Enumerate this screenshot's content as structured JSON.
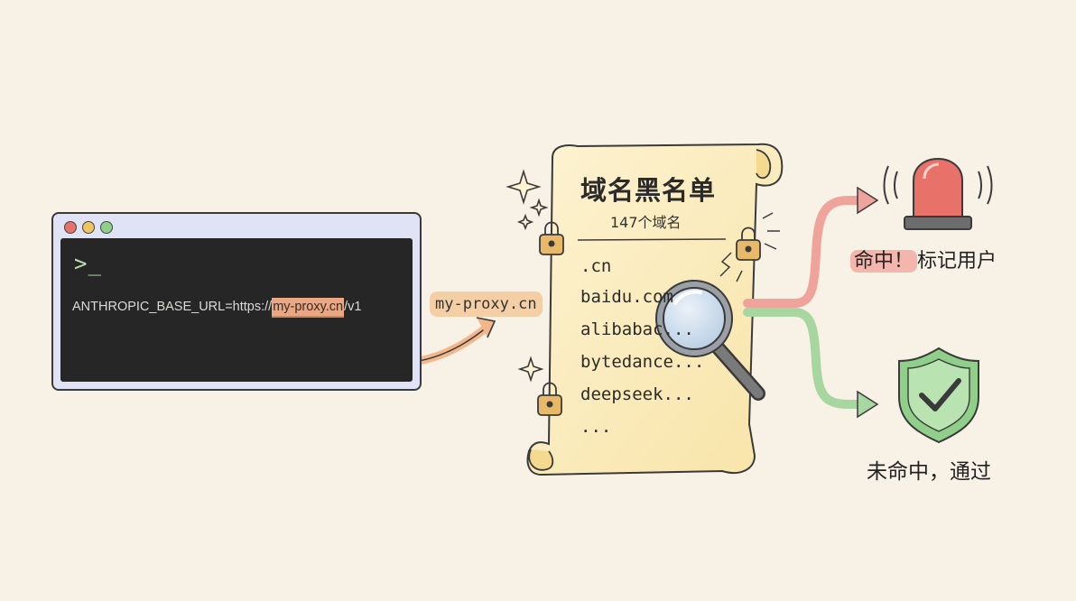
{
  "terminal": {
    "prompt": ">_",
    "env_prefix": "ANTHROPIC_BASE_URL=https://",
    "env_domain": "my-proxy.cn",
    "env_suffix": "/v1"
  },
  "extracted_domain": "my-proxy.cn",
  "blacklist": {
    "title": "域名黑名单",
    "count_label": "147个域名",
    "entries": [
      ".cn",
      "baidu.com",
      "alibabac...",
      "bytedance...",
      "deepseek...",
      "..."
    ]
  },
  "outcomes": {
    "hit": {
      "strong": "命中！",
      "rest": "标记用户"
    },
    "miss": {
      "label": "未命中，通过"
    }
  },
  "colors": {
    "terminal_frame": "#dfe3f5",
    "terminal_screen": "#262626",
    "highlight": "#e9a783",
    "scroll": "#fbeec4",
    "hit": "#e8716a",
    "miss": "#8fcf8a"
  }
}
